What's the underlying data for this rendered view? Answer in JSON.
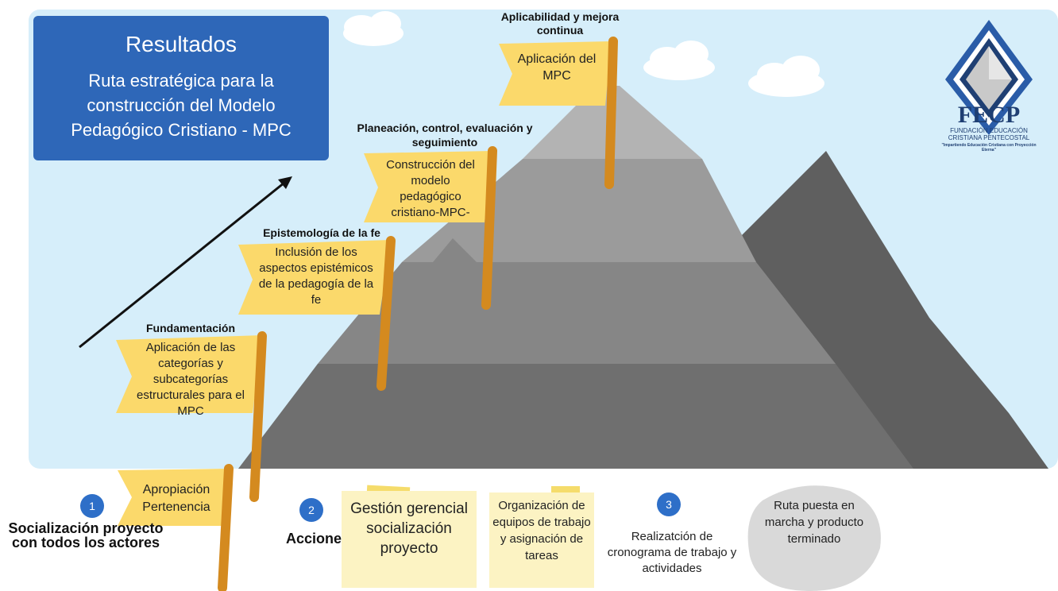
{
  "title": "Resultados",
  "subtitle": "Ruta  estratégica para la construcción del Modelo Pedagógico Cristiano - MPC",
  "stages": [
    {
      "heading": "Fundamentación",
      "flag_text": "Aplicación de las categorías y subcategorías estructurales para el MPC"
    },
    {
      "heading": "Epistemología de la fe",
      "flag_text": "Inclusión de los aspectos epistémicos de la pedagogía de la fe"
    },
    {
      "heading": "Planeación, control, evaluación y seguimiento",
      "flag_text": "Construcción del modelo pedagógico cristiano-MPC-"
    },
    {
      "heading": "Aplicabilidad y mejora continua",
      "flag_text": "Aplicación del MPC"
    }
  ],
  "base_flag": "Apropiación Pertenencia",
  "steps": [
    {
      "number": "1",
      "label": "Socialización proyecto con todos los actores"
    },
    {
      "number": "2",
      "label": "Acciones"
    },
    {
      "number": "3",
      "label": "Realizatción de cronograma de trabajo y actividades"
    }
  ],
  "notes": [
    "Gestión gerencial socialización proyecto",
    "Organización de equipos de trabajo y asignación de tareas"
  ],
  "result_bubble": "Ruta puesta en marcha y producto terminado",
  "logo": {
    "acronym": "FECP",
    "name": "FUNDACIÓN EDUCACIÓN CRISTIANA PENTECOSTAL",
    "tagline": "\"Impartiendo Educación Cristiana con Proyección Eterna\""
  },
  "colors": {
    "sky": "#d6eefa",
    "box": "#2e67b8",
    "flag": "#fbd96b",
    "pole": "#d48a1f",
    "step": "#2e6fc8"
  }
}
